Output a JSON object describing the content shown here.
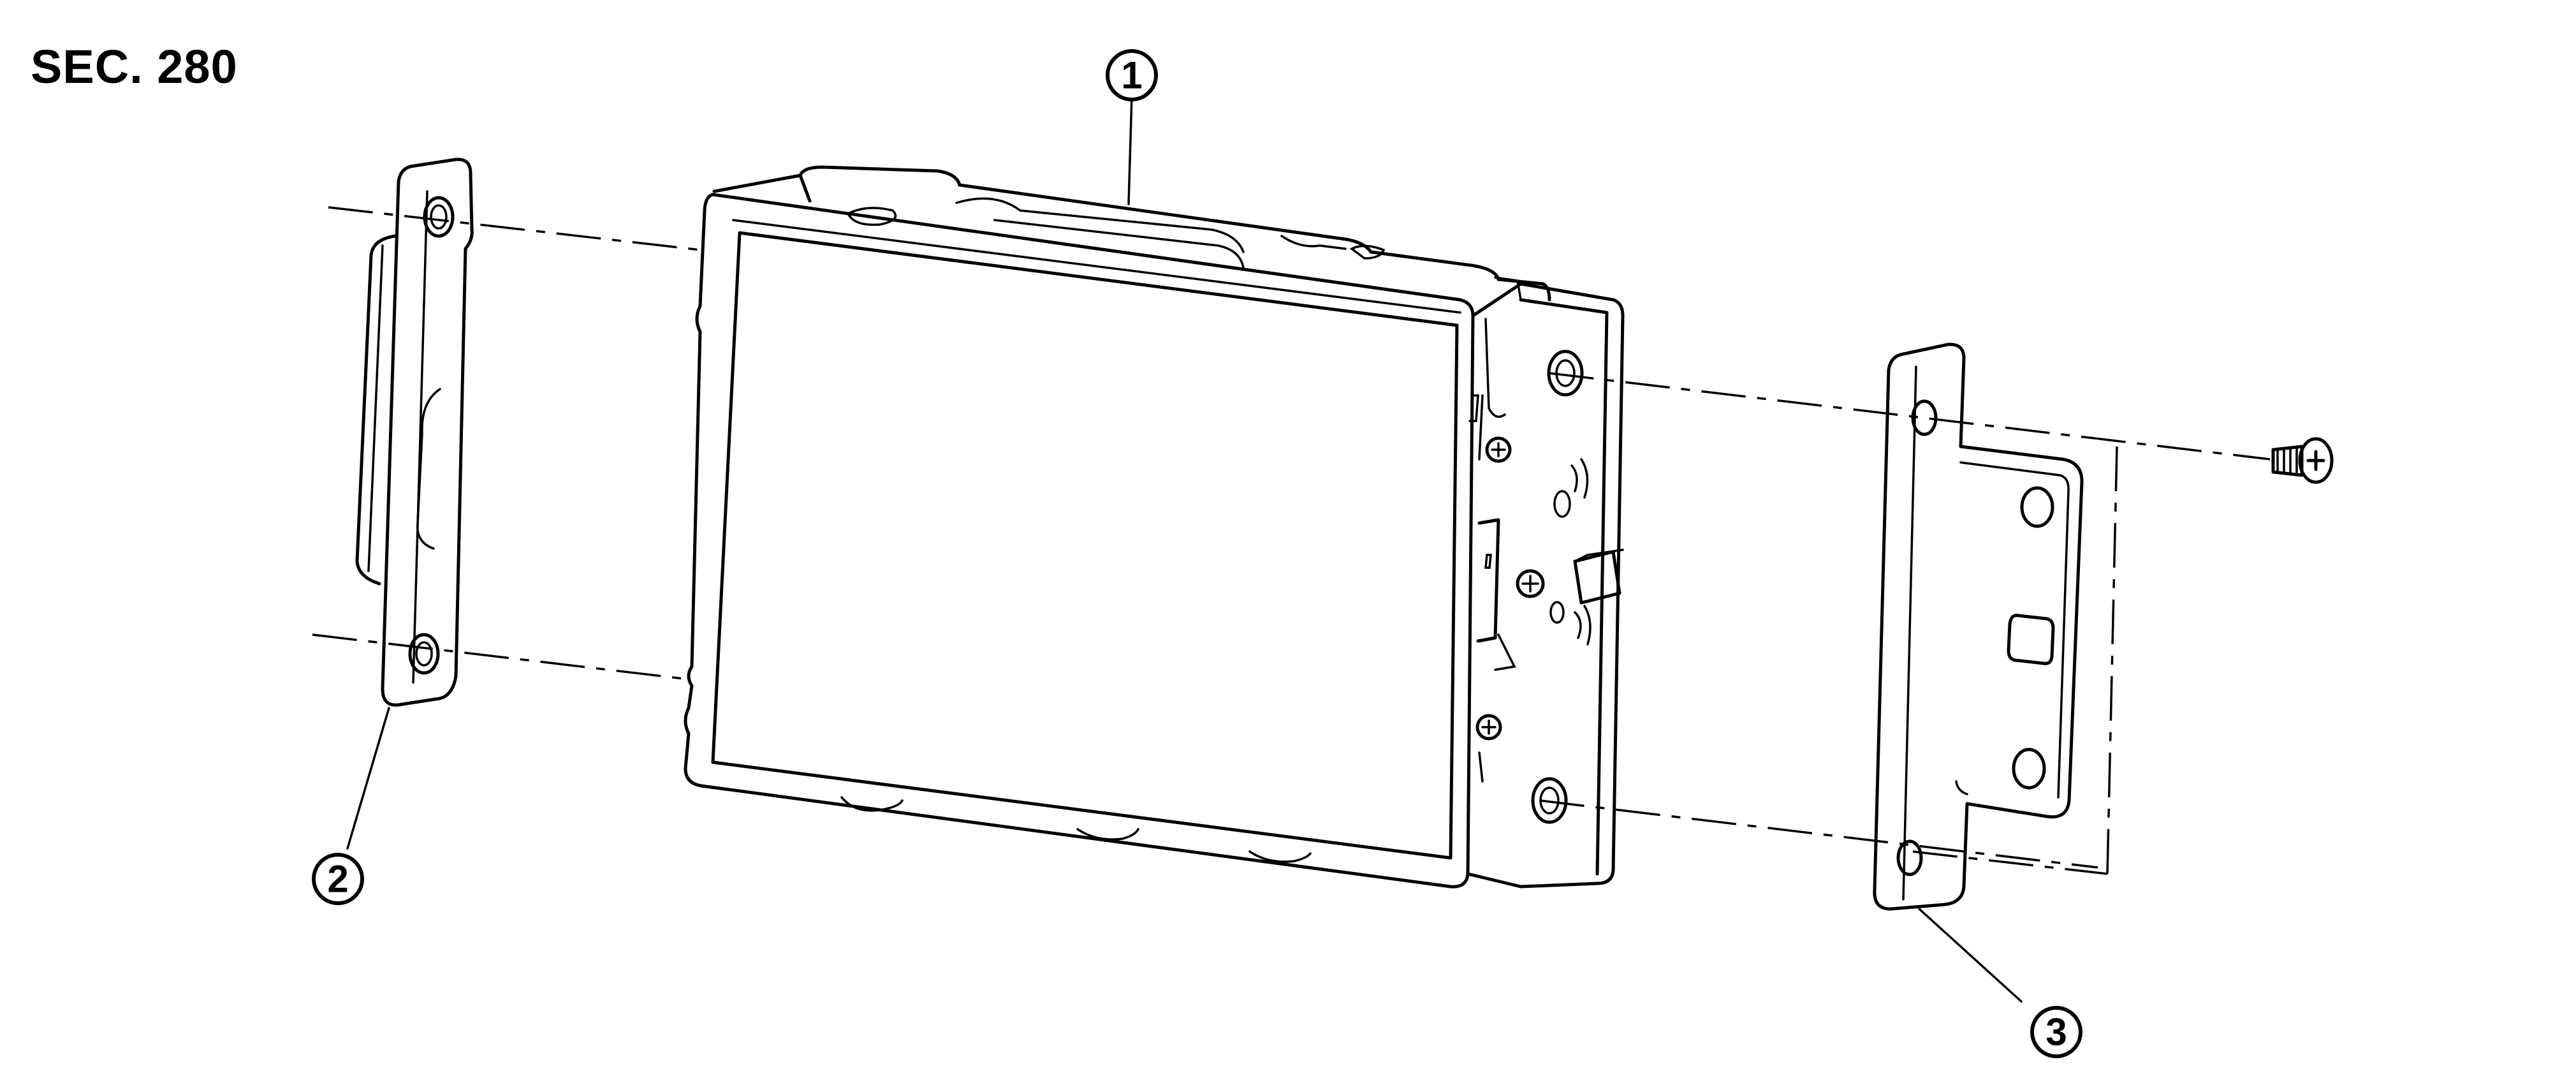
{
  "section_label": "SEC. 280",
  "callouts": [
    {
      "id": "1",
      "label": "1"
    },
    {
      "id": "2",
      "label": "2"
    },
    {
      "id": "3",
      "label": "3"
    }
  ]
}
